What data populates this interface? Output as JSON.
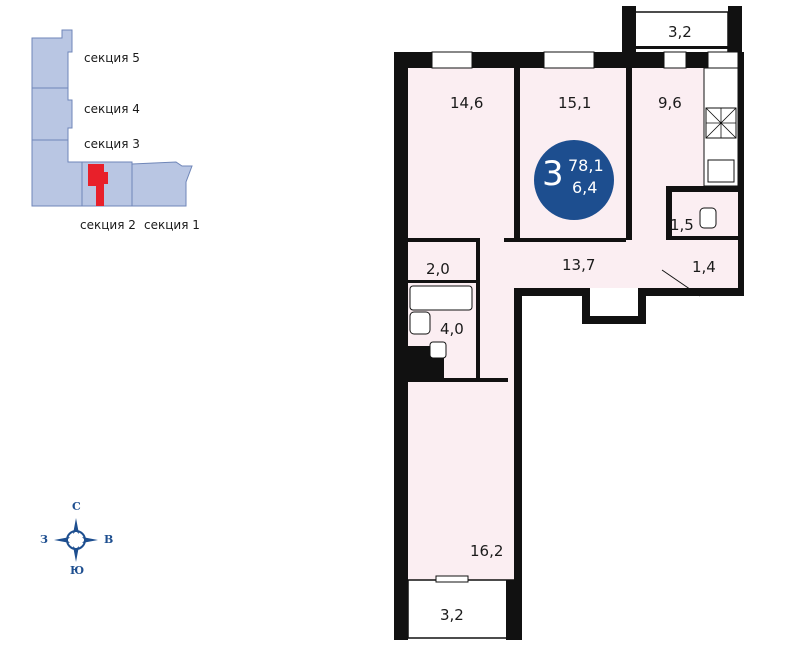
{
  "apartment": {
    "rooms_count": "3",
    "total_area": "78,1",
    "living_area": "6,4",
    "badge_color": "#1d4e8f"
  },
  "rooms": {
    "balcony_top": "3,2",
    "room_left_top": "14,6",
    "room_mid_top": "15,1",
    "kitchen": "9,6",
    "wc": "1,5",
    "hall_small": "1,4",
    "corridor": "13,7",
    "closet": "2,0",
    "bathroom": "4,0",
    "room_bottom": "16,2",
    "balcony_bottom": "3,2"
  },
  "keyplan": {
    "sections": [
      "секция 5",
      "секция 4",
      "секция 3",
      "секция 2",
      "секция 1"
    ],
    "section_fill": "#b9c6e3",
    "highlight_color": "#e8202a"
  },
  "compass": {
    "north": "С",
    "south": "Ю",
    "west": "З",
    "east": "В",
    "color": "#1d4e8f"
  },
  "colors": {
    "room_fill": "#fbeef2",
    "wall": "#111111"
  }
}
